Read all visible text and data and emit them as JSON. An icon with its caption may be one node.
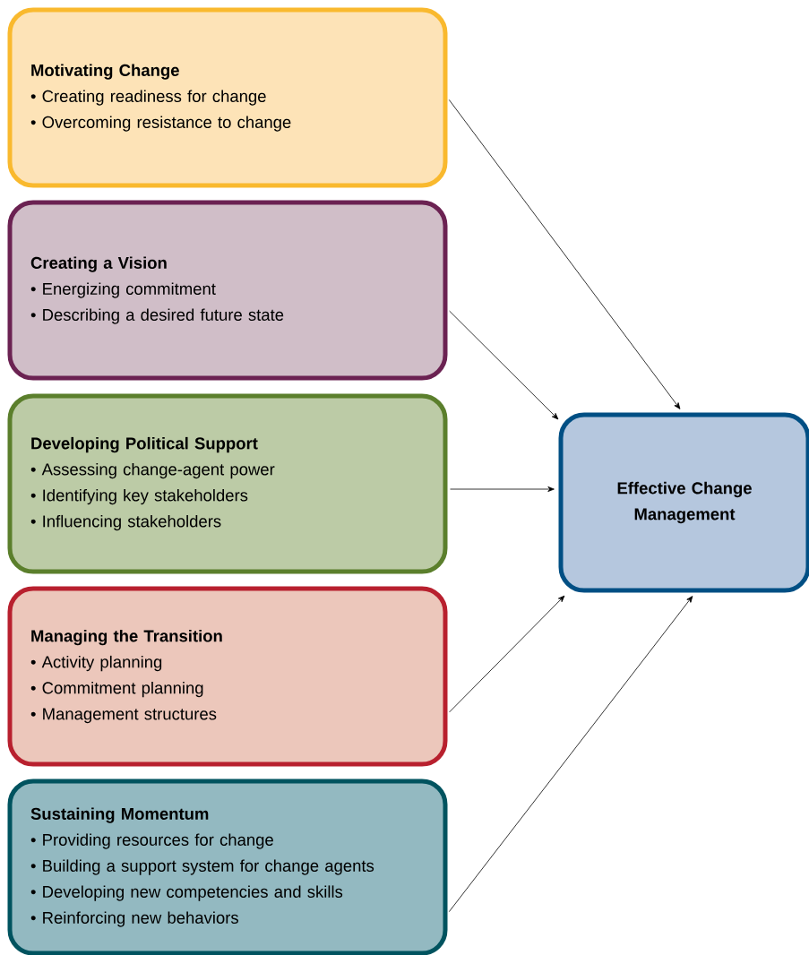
{
  "diagram": {
    "nodes": [
      {
        "text": [
          "Motivating Change",
          "• Creating readiness for change",
          "• Overcoming resistance to change"
        ]
      },
      {
        "text": [
          "Creating a Vision",
          "• Energizing commitment",
          "• Describing a desired future state"
        ]
      },
      {
        "text": [
          "Developing Political Support",
          "• Assessing change-agent power",
          "• Identifying key stakeholders",
          "• Influencing stakeholders"
        ]
      },
      {
        "text": [
          "Managing the Transition",
          "• Activity planning",
          "• Commitment planning",
          "• Management structures"
        ]
      },
      {
        "text": [
          "Sustaining Momentum",
          "• Providing resources for change",
          "• Building a support system for change agents",
          "• Developing new competencies and skills",
          "• Reinforcing new behaviors"
        ]
      },
      {
        "text": [
          "Effective Change Management"
        ]
      }
    ],
    "edges": [
      {
        "from": 0,
        "to": 5,
        "arrow": "to"
      },
      {
        "from": 1,
        "to": 5,
        "arrow": "to"
      },
      {
        "from": 2,
        "to": 5,
        "arrow": "to"
      },
      {
        "from": 3,
        "to": 5,
        "arrow": "to"
      },
      {
        "from": 4,
        "to": 5,
        "arrow": "to"
      }
    ]
  }
}
